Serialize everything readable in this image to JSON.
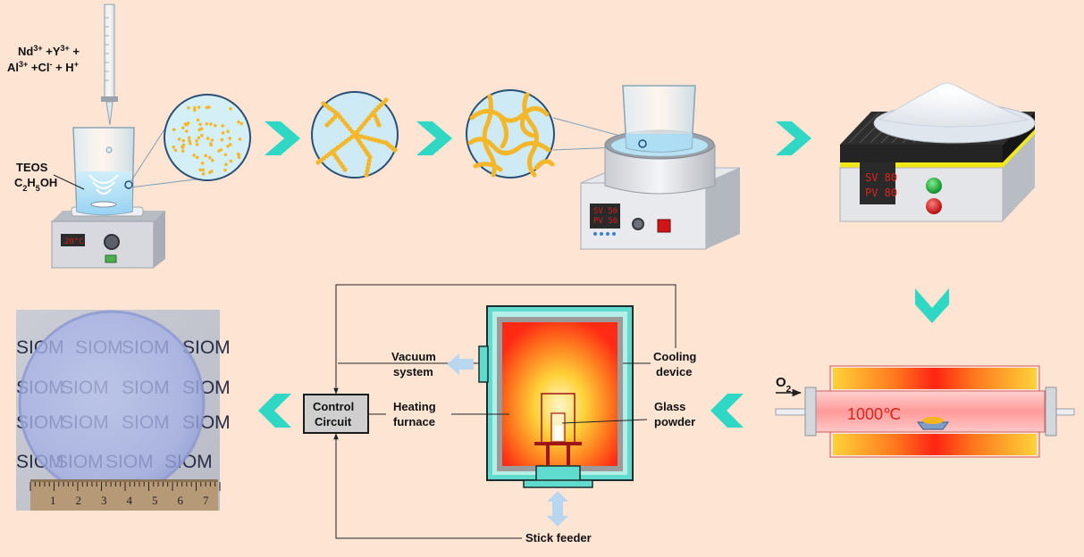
{
  "step1": {
    "reagents_line1_parts": [
      "Nd",
      "3+",
      " +Y",
      "3+",
      " +"
    ],
    "reagents_line2_parts": [
      "Al",
      "3+",
      " +Cl",
      "-",
      " + H",
      "+"
    ],
    "solvent1": "TEOS",
    "solvent2_parts": [
      "C",
      "2",
      "H",
      "5",
      "OH"
    ],
    "display": "20°C"
  },
  "hotplate2": {
    "sv": "SV 50",
    "pv": "PV 50"
  },
  "drying_oven": {
    "sv": "SV 80",
    "pv": "PV 80"
  },
  "tube_furnace": {
    "gas_parts": [
      "O",
      "2"
    ],
    "temperature": "1000℃"
  },
  "melting_furnace": {
    "vacuum_system": [
      "Vacuum",
      "system"
    ],
    "cooling_device": [
      "Cooling",
      "device"
    ],
    "control_circuit": [
      "Control",
      "Circuit"
    ],
    "heating_furnace": [
      "Heating",
      "furnace"
    ],
    "glass_powder": [
      "Glass",
      "powder"
    ],
    "stick_feeder": "Stick feeder"
  },
  "photo": {
    "watermark": "SIOM",
    "ruler_ticks": [
      "1",
      "2",
      "3",
      "4",
      "5",
      "6",
      "7"
    ]
  },
  "colors": {
    "background": "#fde4d3",
    "chevron": "#2fd8c4",
    "particle": "#f5b72a",
    "furnace_hot": "#ff2a14",
    "furnace_warm": "#ffd23a",
    "cooling_shell": "#5fdccd"
  }
}
